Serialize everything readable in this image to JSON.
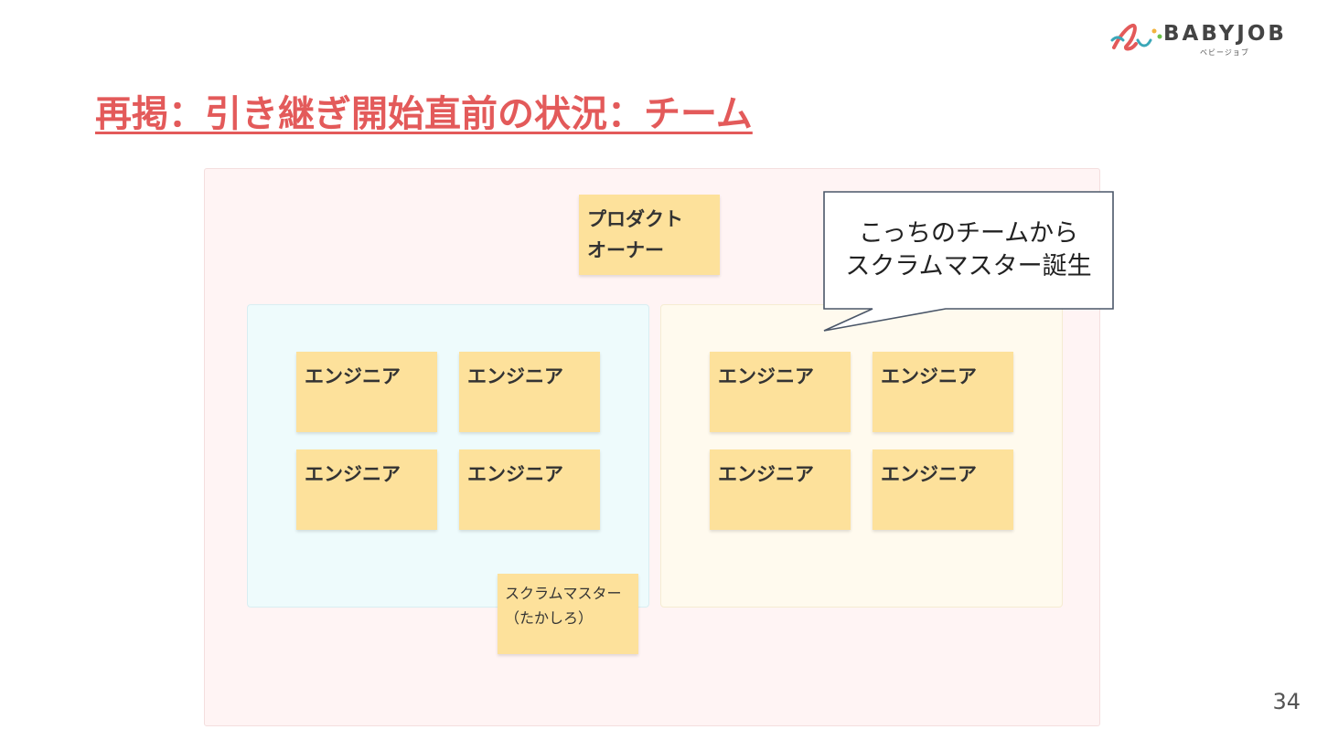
{
  "header": {
    "title": "再掲：引き継ぎ開始直前の状況：チーム",
    "logo": {
      "text": "BABYJOB",
      "subtext": "ベビージョブ"
    }
  },
  "diagram": {
    "product_owner": {
      "lines": [
        "プロダクト",
        "オーナー"
      ]
    },
    "left_team": {
      "members": [
        "エンジニア",
        "エンジニア",
        "エンジニア",
        "エンジニア"
      ]
    },
    "right_team": {
      "members": [
        "エンジニア",
        "エンジニア",
        "エンジニア",
        "エンジニア"
      ]
    },
    "scrum_master": {
      "lines": [
        "スクラムマスター",
        "（たかしろ）"
      ]
    },
    "callout": {
      "lines": [
        "こっちのチームから",
        "スクラムマスター誕生"
      ]
    }
  },
  "footer": {
    "page_number": "34"
  },
  "colors": {
    "title": "#e35a5a",
    "sticky": "#fde19b",
    "frame": "#fff4f4",
    "left_team_bg": "#eefbfc",
    "right_team_bg": "#fffaee"
  }
}
